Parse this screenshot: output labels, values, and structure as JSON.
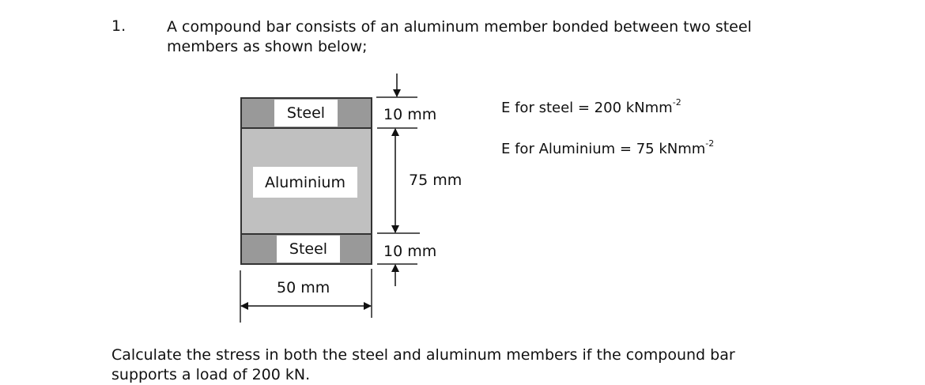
{
  "question": {
    "number": "1.",
    "intro_line1": "A compound bar consists of an aluminum member bonded between two steel",
    "intro_line2": "members as shown below;",
    "task_line1": "Calculate the stress in both the steel and aluminum members if the compound bar",
    "task_line2": "supports a load of 200 kN."
  },
  "diagram": {
    "top_label": "Steel",
    "middle_label": "Aluminium",
    "bottom_label": "Steel",
    "dim_top": "10 mm",
    "dim_middle": "75 mm",
    "dim_bottom": "10 mm",
    "dim_width": "50 mm",
    "colors": {
      "steel": "#999999",
      "aluminium": "#c0c0c0",
      "outline": "#333333"
    }
  },
  "properties": {
    "steel_text": "E for steel = 200 kNmm",
    "steel_exp": "-2",
    "alu_text": "E for Aluminium = 75 kNmm",
    "alu_exp": "-2"
  }
}
